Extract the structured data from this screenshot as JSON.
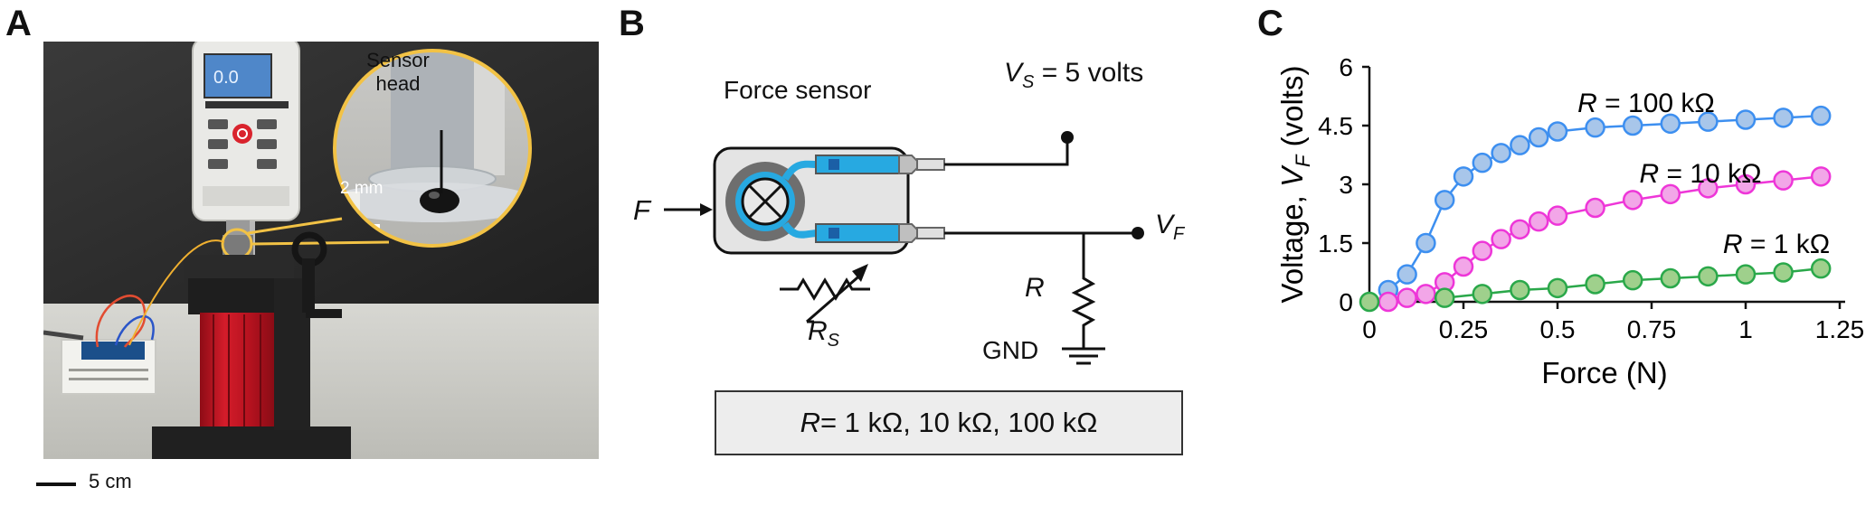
{
  "panels": {
    "a": {
      "letter": "A",
      "inset_label_line1": "Sensor",
      "inset_label_line2": "head",
      "inset_scale": "2 mm",
      "photo_scale": "5 cm"
    },
    "b": {
      "letter": "B",
      "sensor_label": "Force sensor",
      "force_label": "F",
      "vs_var": "V",
      "vs_sub": "S",
      "vs_value": " = 5 volts",
      "vf_var": "V",
      "vf_sub": "F",
      "r_label": "R",
      "rs_var": "R",
      "rs_sub": "S",
      "gnd_label": "GND",
      "box_r": "R",
      "box_values": " = 1 kΩ, 10 kΩ, 100 kΩ"
    },
    "c": {
      "letter": "C"
    }
  },
  "colors": {
    "r100k": "#3d8ff0",
    "r10k": "#ee36d8",
    "r1k": "#2aa84a",
    "inset_ring": "#f2c245",
    "wire_blue": "#27a9e1"
  },
  "chart_data": {
    "type": "line",
    "xlabel": "Force (N)",
    "ylabel_prefix": "Voltage, ",
    "ylabel_var": "V",
    "ylabel_sub": "F",
    "ylabel_suffix": " (volts)",
    "xlim": [
      0,
      1.25
    ],
    "ylim": [
      0,
      6
    ],
    "xticks": [
      0,
      0.25,
      0.5,
      0.75,
      1,
      1.25
    ],
    "xtick_labels": [
      "0",
      "0.25",
      "0.5",
      "0.75",
      "1",
      "1.25"
    ],
    "yticks": [
      0,
      1.5,
      3,
      4.5,
      6
    ],
    "ytick_labels": [
      "0",
      "1.5",
      "3",
      "4.5",
      "6"
    ],
    "grid": false,
    "series": [
      {
        "name": "R = 100 kΩ",
        "label_var": "R",
        "label_value": " = 100 kΩ",
        "color": "#3d8ff0",
        "fill": "#a8c6ea",
        "x": [
          0.05,
          0.1,
          0.15,
          0.2,
          0.25,
          0.3,
          0.35,
          0.4,
          0.45,
          0.5,
          0.6,
          0.7,
          0.8,
          0.9,
          1.0,
          1.1,
          1.2
        ],
        "y": [
          0.3,
          0.7,
          1.5,
          2.6,
          3.2,
          3.55,
          3.8,
          4.0,
          4.2,
          4.35,
          4.45,
          4.5,
          4.55,
          4.6,
          4.65,
          4.7,
          4.75
        ]
      },
      {
        "name": "R = 10 kΩ",
        "label_var": "R",
        "label_value": " = 10 kΩ",
        "color": "#ee36d8",
        "fill": "#f2a6e8",
        "x": [
          0.05,
          0.1,
          0.15,
          0.2,
          0.25,
          0.3,
          0.35,
          0.4,
          0.45,
          0.5,
          0.6,
          0.7,
          0.8,
          0.9,
          1.0,
          1.1,
          1.2
        ],
        "y": [
          0.0,
          0.1,
          0.2,
          0.5,
          0.9,
          1.3,
          1.6,
          1.85,
          2.05,
          2.2,
          2.4,
          2.6,
          2.75,
          2.9,
          3.0,
          3.1,
          3.2
        ]
      },
      {
        "name": "R = 1 kΩ",
        "label_var": "R",
        "label_value": " = 1 kΩ",
        "color": "#2aa84a",
        "fill": "#9fd08c",
        "x": [
          0,
          0.2,
          0.3,
          0.4,
          0.5,
          0.6,
          0.7,
          0.8,
          0.9,
          1.0,
          1.1,
          1.2
        ],
        "y": [
          0.0,
          0.1,
          0.2,
          0.3,
          0.35,
          0.45,
          0.55,
          0.6,
          0.65,
          0.7,
          0.75,
          0.85
        ]
      }
    ]
  }
}
